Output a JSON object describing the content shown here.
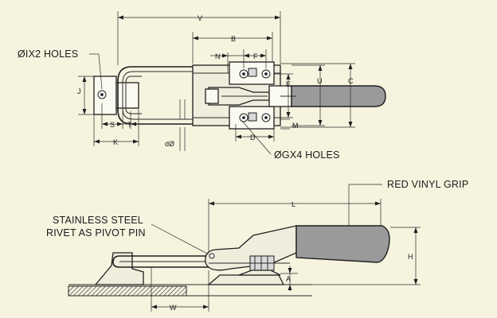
{
  "labels": {
    "holes_i": "ØIX2 HOLES",
    "holes_g": "ØGX4 HOLES",
    "red_vinyl_grip": "RED VINYL GRIP",
    "stainless_line1": "STAINLESS STEEL",
    "stainless_line2": "RIVET AS PIVOT PIN"
  },
  "dimensions": {
    "V": "V",
    "B": "B",
    "N": "N",
    "F": "F",
    "E": "E",
    "U": "U",
    "C": "C",
    "J": "J",
    "S": "S",
    "T": "T",
    "K": "K",
    "d": "dØ",
    "D": "D",
    "M": "M",
    "L": "L",
    "H": "H",
    "A": "A",
    "W": "W"
  },
  "colors": {
    "background": "#f6f3df",
    "grip": "#9a9a9a",
    "line": "#1f1f1f"
  }
}
